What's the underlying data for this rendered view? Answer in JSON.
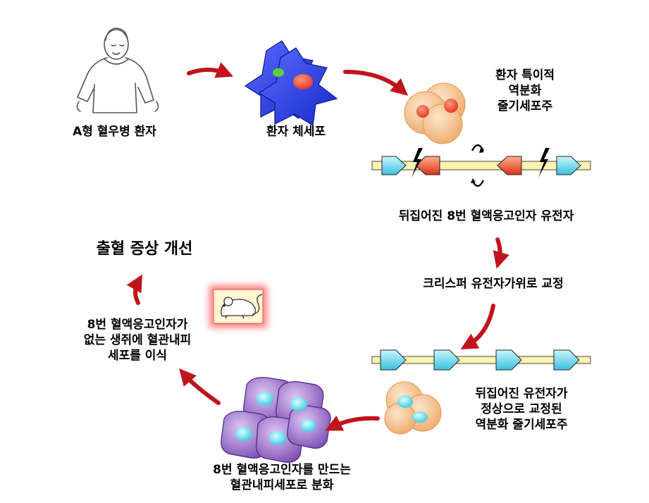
{
  "labels": {
    "patient": "A형 혈우병 환자",
    "somatic_cell": "환자 체세포",
    "ipsc": [
      "환자 특이적",
      "역분화",
      "줄기세포주"
    ],
    "inverted_gene": "뒤집어진 8번 혈액응고인자 유전자",
    "crispr": "크리스퍼 유전자가위로 교정",
    "corrected": [
      "뒤집어진 유전자가",
      "정상으로 교정된",
      "역분화 줄기세포주"
    ],
    "endothelial": [
      "8번 혈액응고인자를 만드는",
      "혈관내피세포로 분화"
    ],
    "transplant": [
      "8번 혈액응고인자가",
      "없는 생쥐에 혈관내피",
      "세포를 이식"
    ],
    "result": "출혈 증상 개선"
  },
  "icons": [
    "patient-figure",
    "somatic-cell-icon",
    "ipsc-cell-icon",
    "gene-inverted-icon",
    "gene-corrected-icon",
    "corrected-cell-icon",
    "endothelial-cells-icon",
    "mouse-icon"
  ],
  "colors": {
    "arrow": "#c0141c",
    "gene_cyan": "#40c8dc",
    "gene_red": "#e04a2c",
    "cell_purple": "#9a64c8",
    "cell_orange": "#f7c08a",
    "mouse_glow": "#ff5050"
  }
}
